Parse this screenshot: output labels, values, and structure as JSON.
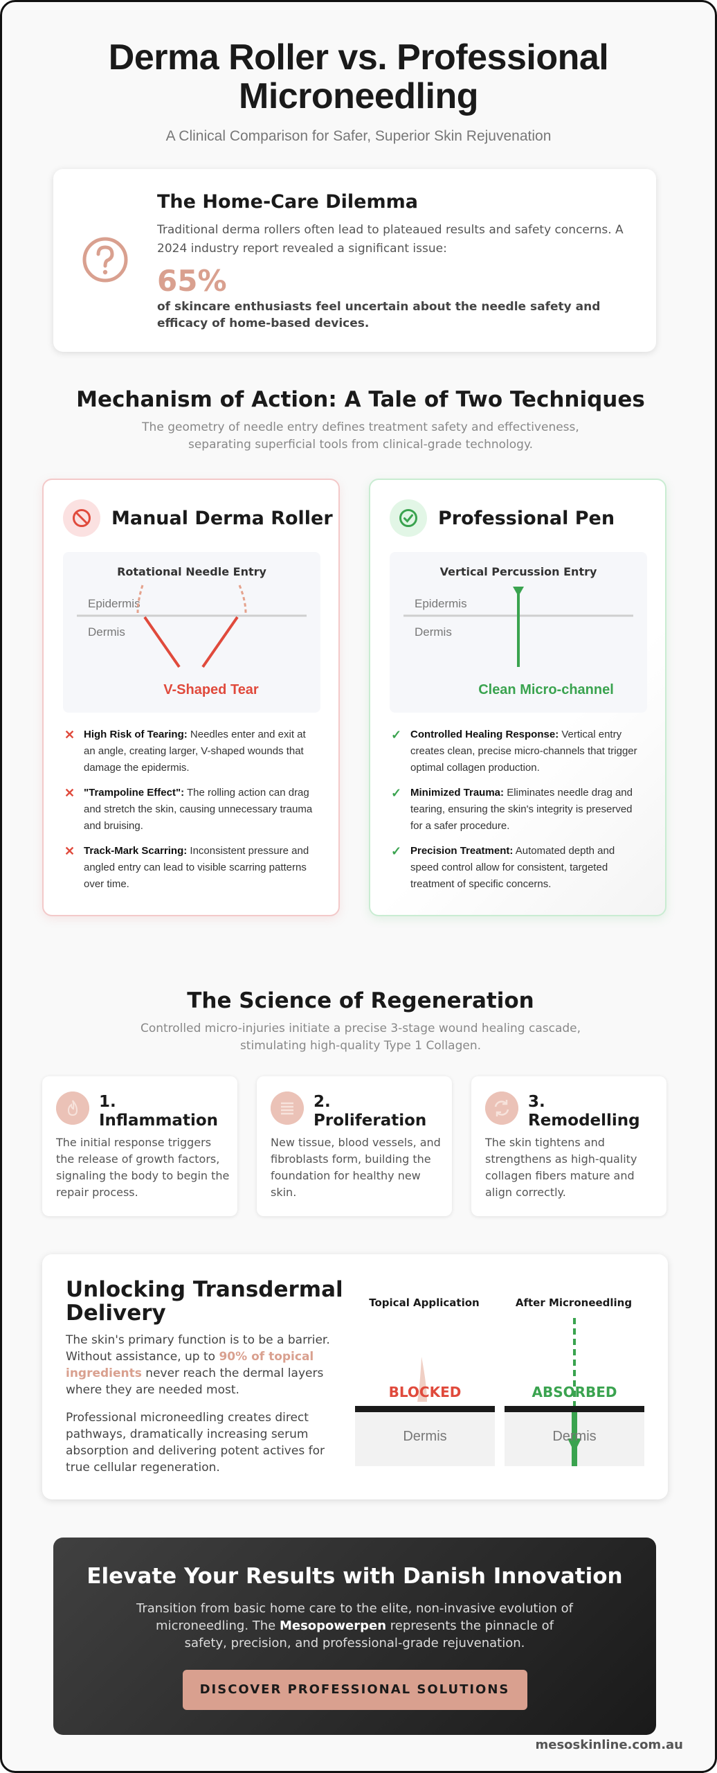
{
  "hero": {
    "title_line1": "Derma Roller vs. Professional",
    "title_line2": "Microneedling",
    "subtitle": "A Clinical Comparison for Safer, Superior Skin Rejuvenation"
  },
  "dilemma": {
    "icon": "question-circle-icon",
    "title": "The Home-Care Dilemma",
    "text": "Traditional derma rollers often lead to plateaued results and safety concerns. A 2024 industry report revealed a significant issue:",
    "stat": "65%",
    "stat_text": "of skincare enthusiasts feel uncertain about the needle safety and efficacy of home-based devices."
  },
  "mechanism": {
    "title": "Mechanism of Action: A Tale of Two Techniques",
    "subtitle_line1": "The geometry of needle entry defines treatment safety and effectiveness,",
    "subtitle_line2": "separating superficial tools from clinical-grade technology."
  },
  "roller": {
    "icon": "prohibited-icon",
    "title": "Manual Derma Roller",
    "diagram_title": "Rotational Needle Entry",
    "layer_top": "Epidermis",
    "layer_bottom": "Dermis",
    "result": "V-Shaped Tear",
    "points": [
      {
        "bold": "High Risk of Tearing:",
        "text": " Needles enter and exit at an angle, creating larger, V-shaped wounds that damage the epidermis."
      },
      {
        "bold": "\"Trampoline Effect\":",
        "text": " The rolling action can drag and stretch the skin, causing unnecessary trauma and bruising."
      },
      {
        "bold": "Track-Mark Scarring:",
        "text": " Inconsistent pressure and angled entry can lead to visible scarring patterns over time."
      }
    ]
  },
  "pen": {
    "icon": "check-circle-icon",
    "title": "Professional Pen",
    "diagram_title": "Vertical Percussion Entry",
    "layer_top": "Epidermis",
    "layer_bottom": "Dermis",
    "result": "Clean Micro-channel",
    "points": [
      {
        "bold": "Controlled Healing Response:",
        "text": " Vertical entry creates clean, precise micro-channels that trigger optimal collagen production."
      },
      {
        "bold": "Minimized Trauma:",
        "text": " Eliminates needle drag and tearing, ensuring the skin's integrity is preserved for a safer procedure."
      },
      {
        "bold": "Precision Treatment:",
        "text": " Automated depth and speed control allow for consistent, targeted treatment of specific concerns."
      }
    ]
  },
  "science": {
    "title": "The Science of Regeneration",
    "subtitle_line1": "Controlled micro-injuries initiate a precise 3-stage wound healing cascade,",
    "subtitle_line2": "stimulating high-quality Type 1 Collagen.",
    "stages": [
      {
        "icon": "flame-icon",
        "title": "1. Inflammation",
        "text": "The initial response triggers the release of growth factors, signaling the body to begin the repair process."
      },
      {
        "icon": "layers-icon",
        "title": "2. Proliferation",
        "text": "New tissue, blood vessels, and fibroblasts form, building the foundation for healthy new skin."
      },
      {
        "icon": "refresh-icon",
        "title": "3. Remodelling",
        "text": "The skin tightens and strengthens as high-quality collagen fibers mature and align correctly."
      }
    ]
  },
  "transdermal": {
    "title": "Unlocking Transdermal Delivery",
    "p1_a": "The skin's primary function is to be a barrier. Without assistance, up to ",
    "p1_highlight": "90% of topical ingredients",
    "p1_b": " never reach the dermal layers where they are needed most.",
    "p2": "Professional microneedling creates direct pathways, dramatically increasing serum absorption and delivering potent actives for true cellular regeneration.",
    "left_title": "Topical Application",
    "left_status": "BLOCKED",
    "left_layer": "Dermis",
    "right_title": "After Microneedling",
    "right_status": "ABSORBED",
    "right_layer": "Dermis"
  },
  "cta": {
    "title": "Elevate Your Results with Danish Innovation",
    "text_a": "Transition from basic home care to the elite, non-invasive evolution of microneedling. The ",
    "text_bold": "Mesopowerpen",
    "text_b": " represents the pinnacle of safety, precision, and professional-grade rejuvenation.",
    "button": "DISCOVER PROFESSIONAL SOLUTIONS"
  },
  "footer": {
    "url": "mesoskinline.com.au"
  },
  "colors": {
    "accent": "#d9a08f",
    "bad": "#e04a3c",
    "good": "#3aa34f"
  }
}
